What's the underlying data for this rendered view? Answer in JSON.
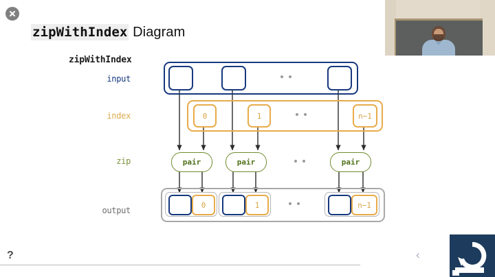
{
  "slide": {
    "close_icon": "close-circle-icon",
    "title_code": "zipWithIndex",
    "title_rest": " Diagram",
    "section_heading": "zipWithIndex",
    "labels": {
      "input": "input",
      "index": "index",
      "zip": "zip",
      "output": "output"
    },
    "colors": {
      "input_blue": "#16387e",
      "index_orange": "#e8ab4a",
      "zip_green": "#6f8a2e",
      "output_gray": "#a8a8a8",
      "logo_navy": "#1d3b5c"
    }
  },
  "diagram": {
    "input_cells": [
      "",
      "",
      ""
    ],
    "index_cells": [
      "0",
      "1",
      "n−1"
    ],
    "zip_nodes": [
      "pair",
      "pair",
      "pair"
    ],
    "output_pairs": [
      {
        "value": "",
        "index": "0"
      },
      {
        "value": "",
        "index": "1"
      },
      {
        "value": "",
        "index": "n−1"
      }
    ],
    "ellipsis": "· ·"
  },
  "toolbar": {
    "help_label": "?",
    "prev_label": "‹"
  },
  "overlays": {
    "webcam_label": "presenter-webcam",
    "logo_label": "brand-logo"
  }
}
